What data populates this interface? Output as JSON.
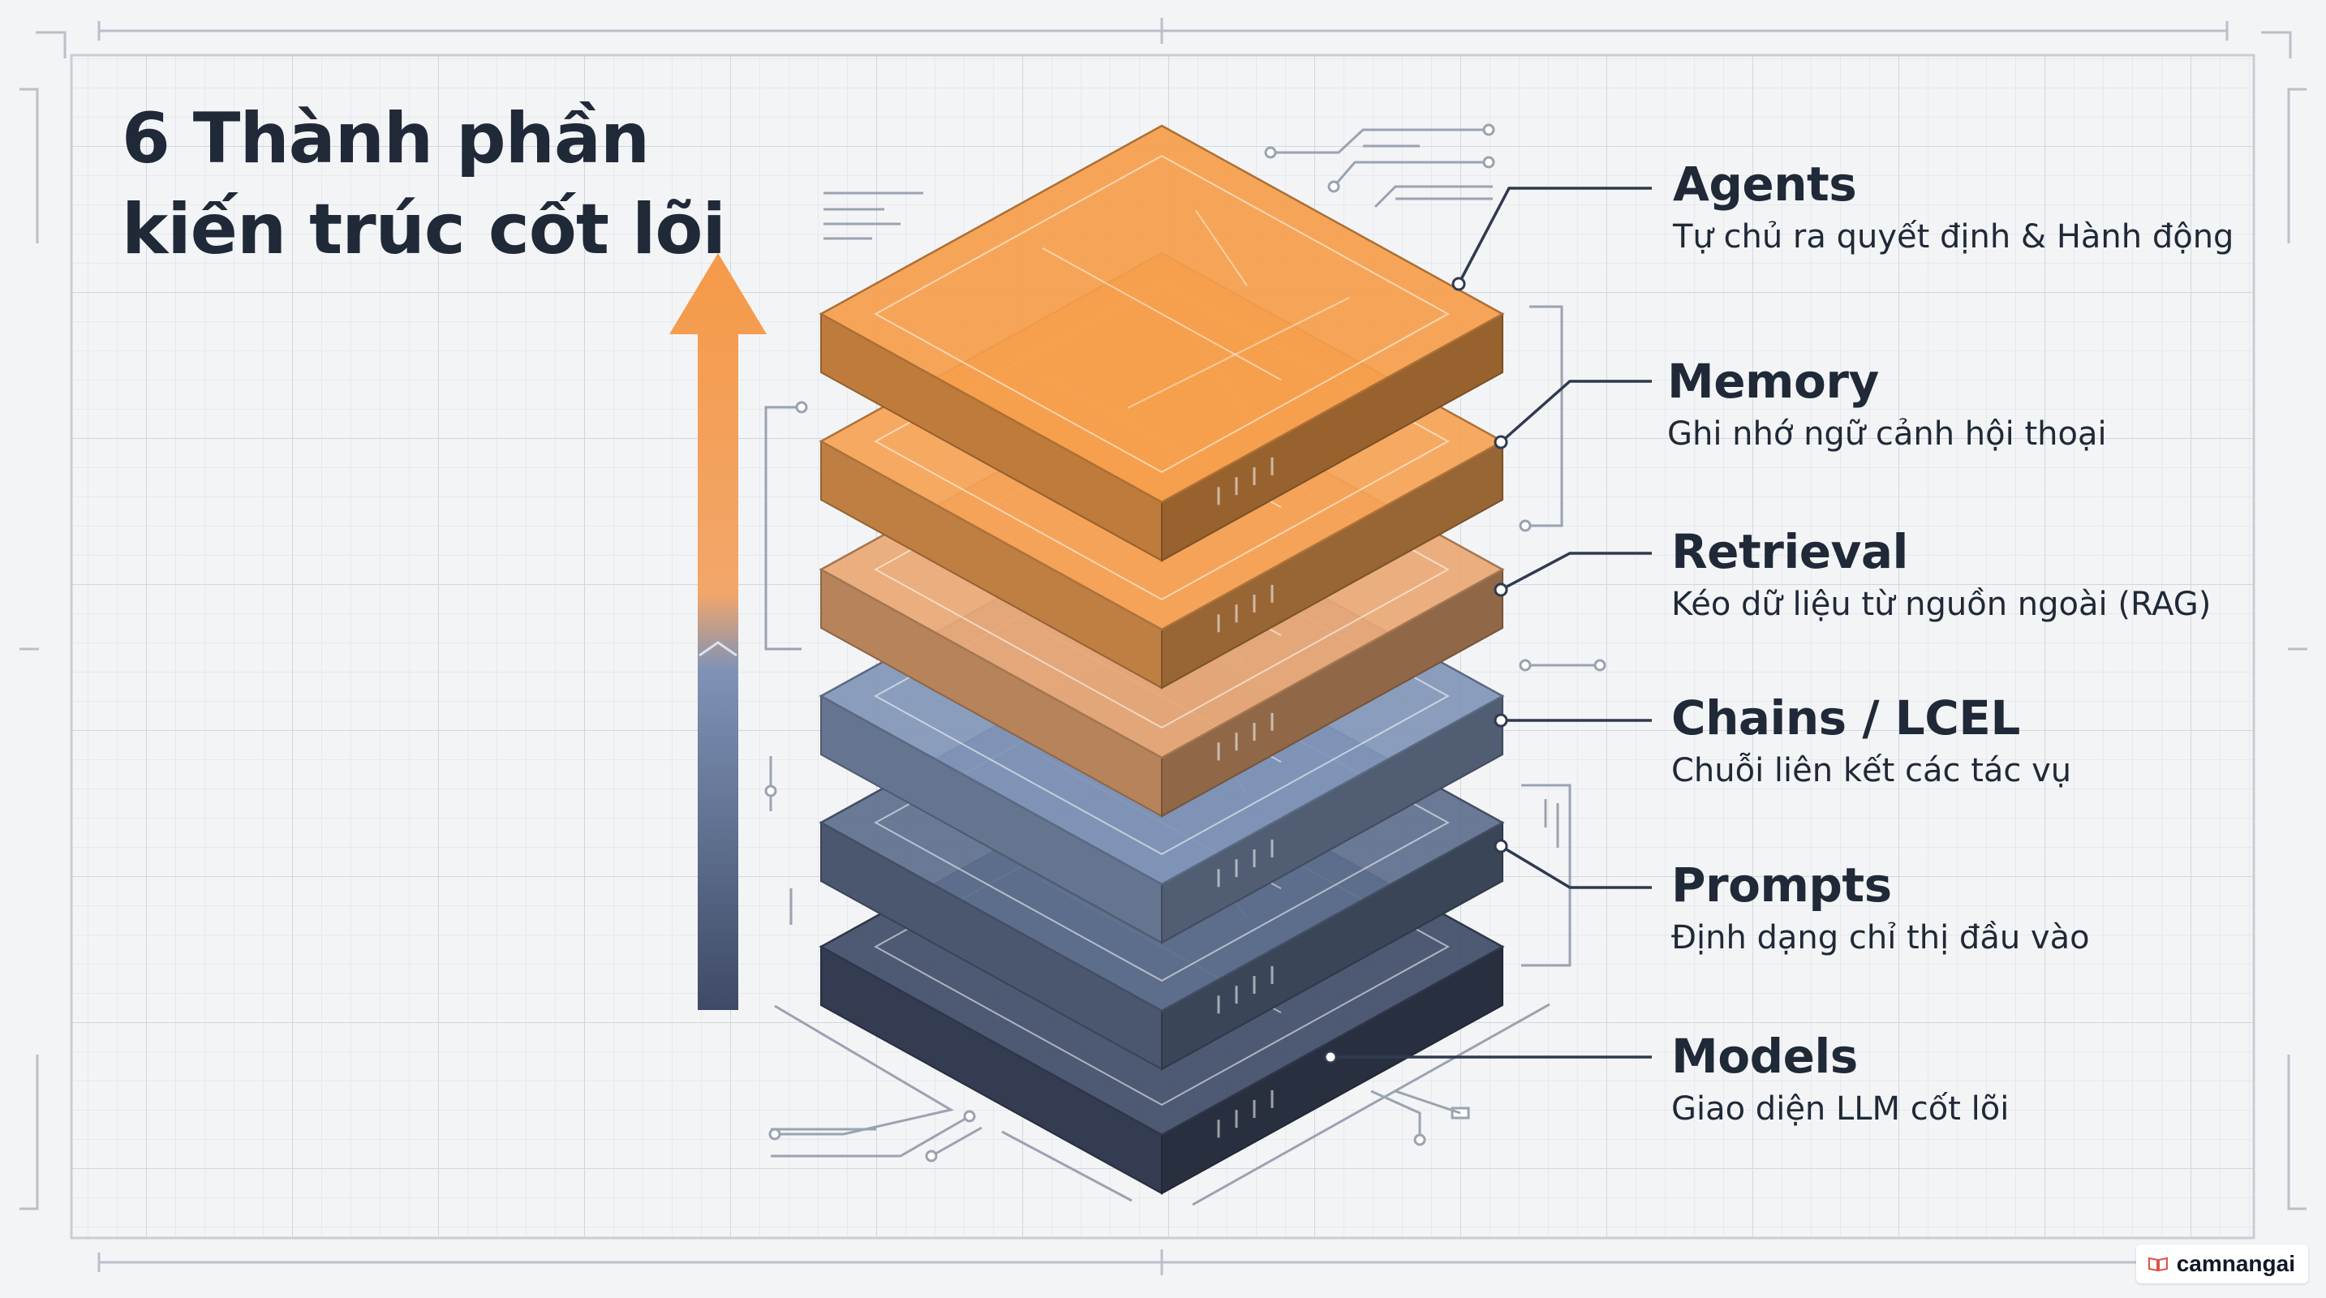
{
  "title": {
    "line1": "6 Thành phần",
    "line2": "kiến trúc cốt lõi"
  },
  "layers": [
    {
      "name": "Agents",
      "desc": "Tự chủ ra quyết định & Hành động",
      "color": "#f59e4b"
    },
    {
      "name": "Memory",
      "desc": "Ghi nhớ ngữ cảnh hội thoại",
      "color": "#f5a355"
    },
    {
      "name": "Retrieval",
      "desc": "Kéo dữ liệu từ nguồn ngoài (RAG)",
      "color": "#e9a874"
    },
    {
      "name": "Chains / LCEL",
      "desc": "Chuỗi liên kết các tác vụ",
      "color": "#8196b8"
    },
    {
      "name": "Prompts",
      "desc": "Định dạng chỉ thị đầu vào",
      "color": "#5f6f8e"
    },
    {
      "name": "Models",
      "desc": "Giao diện LLM cốt lõi",
      "color": "#414d68"
    }
  ],
  "colors": {
    "orange": "#f28c38",
    "slate": "#3f4b66",
    "grid": "#dfe3e8",
    "text": "#1f2937"
  },
  "watermark": {
    "icon": "book-icon",
    "text": "camnangai"
  }
}
